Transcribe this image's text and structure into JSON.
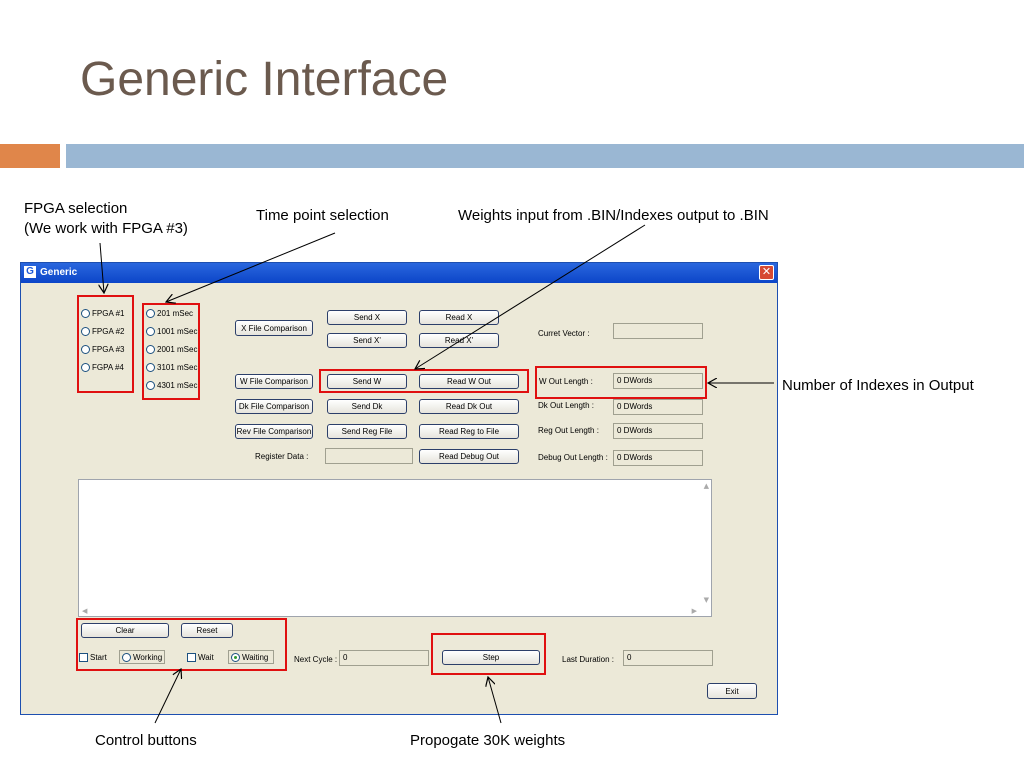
{
  "slide": {
    "title": "Generic Interface"
  },
  "annotations": {
    "fpga_line1": "FPGA selection",
    "fpga_line2": "(We work with FPGA #3)",
    "time_point": "Time point selection",
    "weights": "Weights input from .BIN/Indexes output to .BIN",
    "indexes": "Number of Indexes in Output",
    "control": "Control buttons",
    "propagate": "Propogate 30K weights"
  },
  "window": {
    "title": "Generic",
    "icon_letter": "G",
    "close_glyph": "✕",
    "fpga_options": [
      {
        "label": "FPGA #1",
        "selected": false
      },
      {
        "label": "FPGA #2",
        "selected": false
      },
      {
        "label": "FPGA #3",
        "selected": false
      },
      {
        "label": "FGPA #4",
        "selected": false
      }
    ],
    "time_options": [
      {
        "label": "201 mSec",
        "selected": false
      },
      {
        "label": "1001 mSec",
        "selected": false
      },
      {
        "label": "2001 mSec",
        "selected": false
      },
      {
        "label": "3101 mSec",
        "selected": false
      },
      {
        "label": "4301 mSec",
        "selected": false
      }
    ],
    "buttons": {
      "x_file_comparison": "X File Comparison",
      "send_x": "Send X",
      "send_x_prime": "Send X'",
      "read_x": "Read X",
      "read_x_prime": "Read X'",
      "w_file_comparison": "W File Comparison",
      "send_w": "Send W",
      "read_w_out": "Read W Out",
      "dk_file_comparison": "Dk File Comparison",
      "send_dk": "Send Dk",
      "read_dk_out": "Read Dk Out",
      "rev_file_comparison": "Rev File Comparison",
      "send_reg_file": "Send Reg File",
      "read_reg_to_file": "Read Reg to File",
      "read_debug_out": "Read Debug Out",
      "clear": "Clear",
      "reset": "Reset",
      "step": "Step",
      "exit": "Exit"
    },
    "labels": {
      "register_data": "Register Data :",
      "curret_vector": "Curret Vector :",
      "w_out_length": "W Out Length :",
      "dk_out_length": "Dk Out Length :",
      "reg_out_length": "Reg Out Length :",
      "debug_out_length": "Debug Out Length :",
      "next_cycle": "Next Cycle :",
      "last_duration": "Last Duration :"
    },
    "values": {
      "register_data": "",
      "curret_vector": "",
      "w_out_length": "0 DWords",
      "dk_out_length": "0 DWords",
      "reg_out_length": "0 DWords",
      "debug_out_length": "0 DWords",
      "next_cycle": "0",
      "last_duration": "0"
    },
    "controls": {
      "start": "Start",
      "working": "Working",
      "wait": "Wait",
      "waiting": "Waiting"
    }
  }
}
